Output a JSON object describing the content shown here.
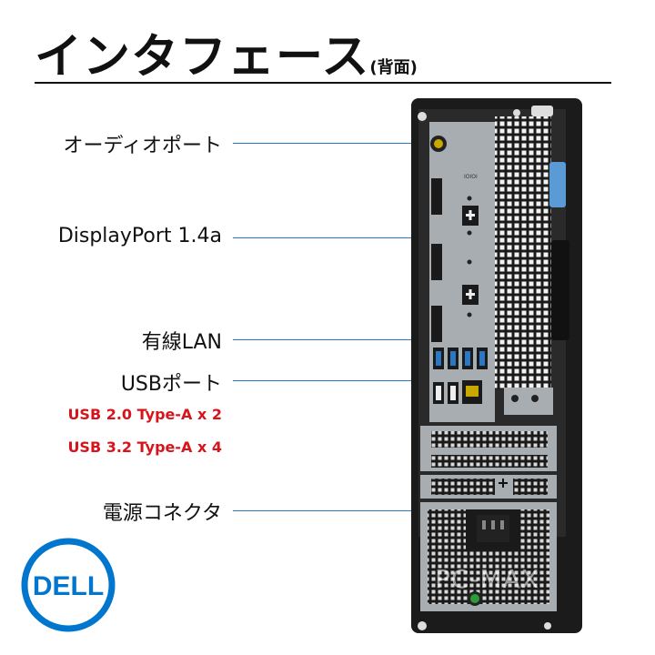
{
  "header": {
    "title": "インタフェース",
    "subtitle": "(背面)"
  },
  "callouts": [
    {
      "label": "オーディオポート"
    },
    {
      "label": "DisplayPort 1.4a"
    },
    {
      "label": "有線LAN"
    },
    {
      "label": "USBポート"
    },
    {
      "label": "電源コネクタ"
    }
  ],
  "usb_notes": {
    "usb2": "USB 2.0 Type-A  x 2",
    "usb3": "USB 3.2 Type-A  x 4"
  },
  "watermark": "PC-MAX",
  "logo": {
    "text": "DELL",
    "color": "#0076ce"
  },
  "colors": {
    "callout_line": "#2a78c5",
    "note_red": "#d6141c",
    "chassis": "#1b1b1b",
    "io_plate": "#a8adb2"
  },
  "icons": [
    "audio-port-icon",
    "displayport-icon",
    "ethernet-icon",
    "usb-icon",
    "power-socket-icon"
  ]
}
